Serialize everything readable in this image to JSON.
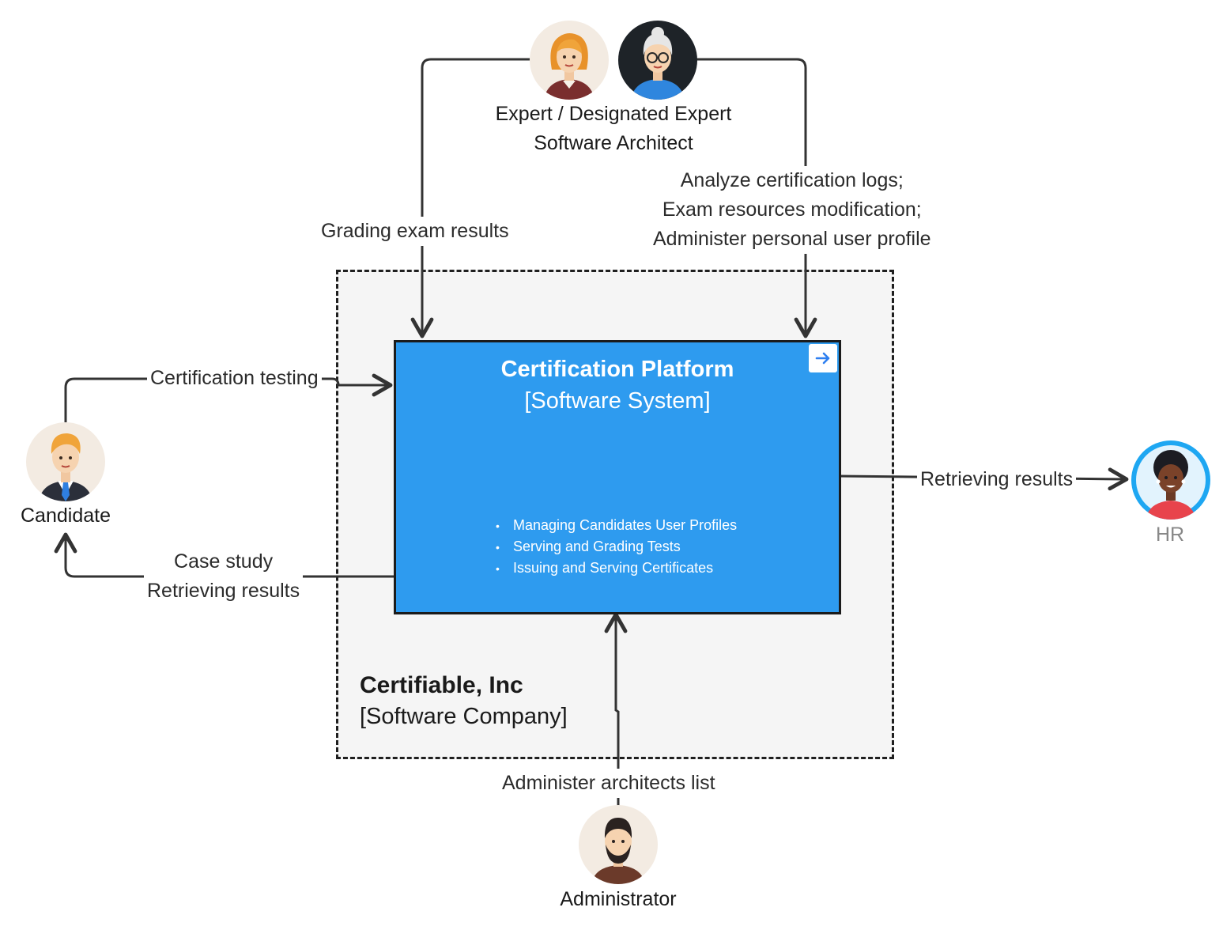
{
  "colors": {
    "system_fill": "#2e9bef",
    "boundary_fill": "#f5f5f5",
    "line": "#333333",
    "hr_ring": "#1ea7f2"
  },
  "boundary": {
    "title": "Certifiable, Inc",
    "subtitle": "[Software Company]"
  },
  "system": {
    "title": "Certification Platform",
    "type": "[Software System]",
    "features": [
      "Managing Candidates User Profiles",
      "Serving and Grading Tests",
      "Issuing and Serving Certificates"
    ],
    "expand_icon": "arrow-right-icon"
  },
  "actors": {
    "experts": {
      "line1": "Expert / Designated Expert",
      "line2": "Software Architect"
    },
    "candidate": {
      "name": "Candidate"
    },
    "hr": {
      "name": "HR"
    },
    "administrator": {
      "name": "Administrator"
    }
  },
  "relations": {
    "grading": "Grading exam results",
    "analyze": [
      "Analyze certification logs;",
      "Exam resources modification;",
      "Administer personal user profile"
    ],
    "certification_testing": "Certification testing",
    "case_study": [
      "Case study",
      "Retrieving results"
    ],
    "hr_retrieving": "Retrieving results",
    "admin_list": "Administer architects list"
  }
}
